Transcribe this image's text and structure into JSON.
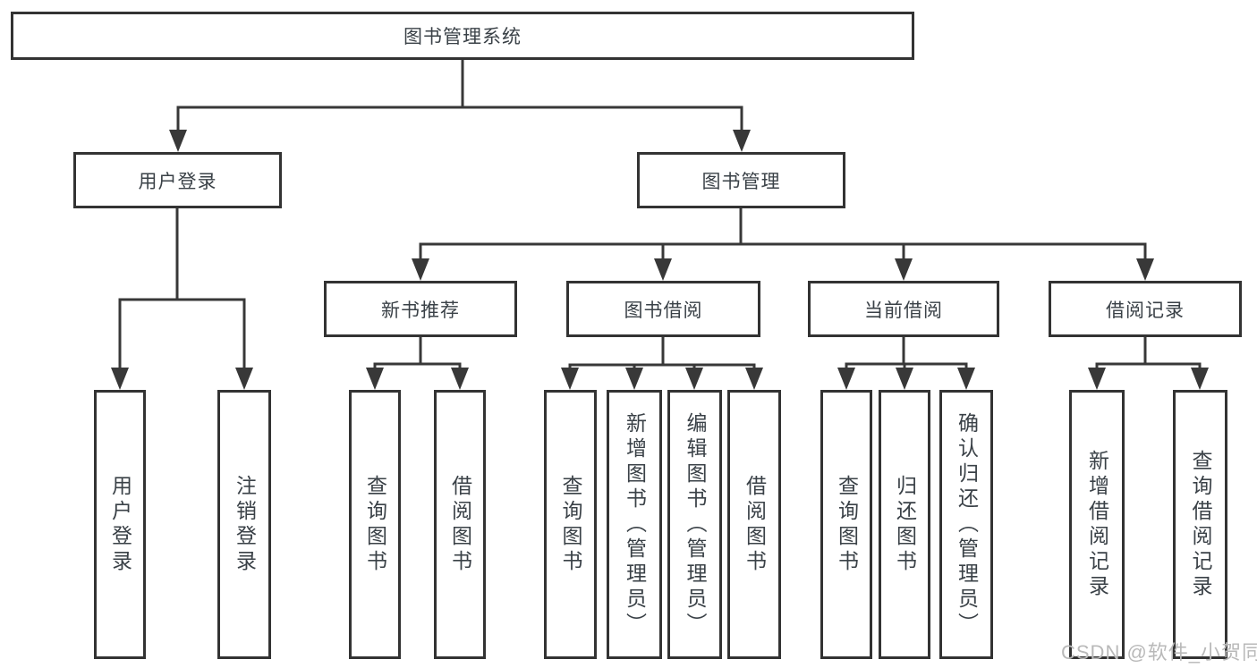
{
  "nodes": {
    "root": {
      "label": "图书管理系统"
    },
    "user_login": {
      "label": "用户登录"
    },
    "book_management": {
      "label": "图书管理"
    },
    "new_book_recommend": {
      "label": "新书推荐"
    },
    "book_borrowing": {
      "label": "图书借阅"
    },
    "current_borrowing": {
      "label": "当前借阅"
    },
    "borrowing_records": {
      "label": "借阅记录"
    },
    "leaves": [
      {
        "label": "用户登录"
      },
      {
        "label": "注销登录"
      },
      {
        "label": "查询图书"
      },
      {
        "label": "借阅图书"
      },
      {
        "label": "查询图书"
      },
      {
        "label": "新增图书（管理员）"
      },
      {
        "label": "编辑图书（管理员）"
      },
      {
        "label": "借阅图书"
      },
      {
        "label": "查询图书"
      },
      {
        "label": "归还图书"
      },
      {
        "label": "确认归还（管理员）"
      },
      {
        "label": "新增借阅记录"
      },
      {
        "label": "查询借阅记录"
      }
    ]
  },
  "watermark": "CSDN @软件_小贺同学",
  "colors": {
    "line": "#383838",
    "box_border": "#333333",
    "text": "#3a4147",
    "watermark": "#b9b9b9",
    "background": "#ffffff"
  }
}
